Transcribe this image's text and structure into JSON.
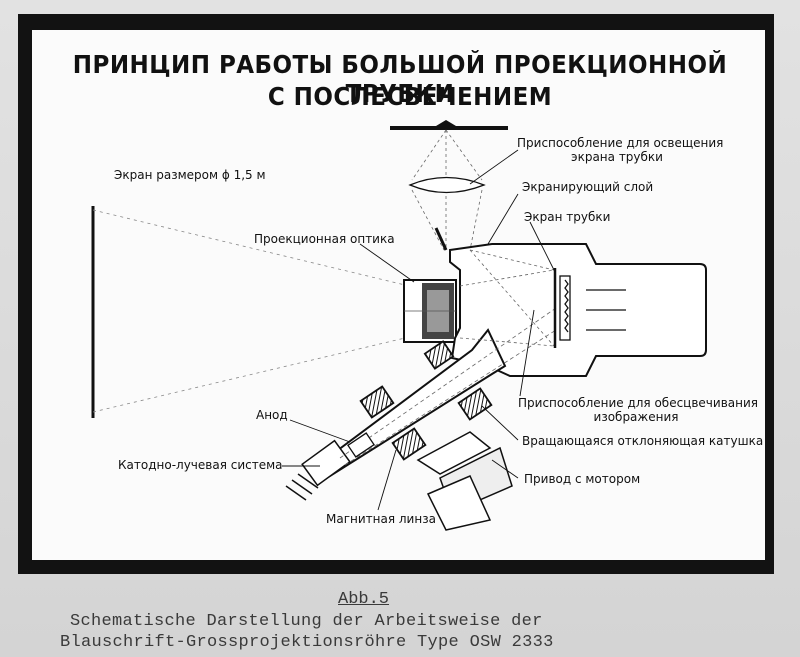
{
  "title": {
    "line1": "ПРИНЦИП РАБОТЫ БОЛЬШОЙ ПРОЕКЦИОННОЙ ТРУБКИ",
    "line2": "С ПОСЛЕСВЕЧЕНИЕМ"
  },
  "labels": {
    "screen": "Экран размером ϕ 1,5 м",
    "projection_optics": "Проекционная оптика",
    "lighting_device": [
      "Приспособление для освещения",
      "экрана трубки"
    ],
    "shielding_layer": "Экранирующий слой",
    "tube_screen": "Экран трубки",
    "erasing_device": [
      "Приспособление для обесцвечивания",
      "изображения"
    ],
    "rotating_coil": "Вращающаяся отклоняющая катушка",
    "motor_drive": "Привод с мотором",
    "anode": "Анод",
    "cathode_system": "Катодно-лучевая система",
    "magnetic_lens": "Магнитная линза"
  },
  "caption": {
    "figure": "Abb.5",
    "line1": "Schematische Darstellung der Arbeitsweise der",
    "line2": "Blauschrift-Grossprojektionsröhre Type OSW 2333"
  }
}
